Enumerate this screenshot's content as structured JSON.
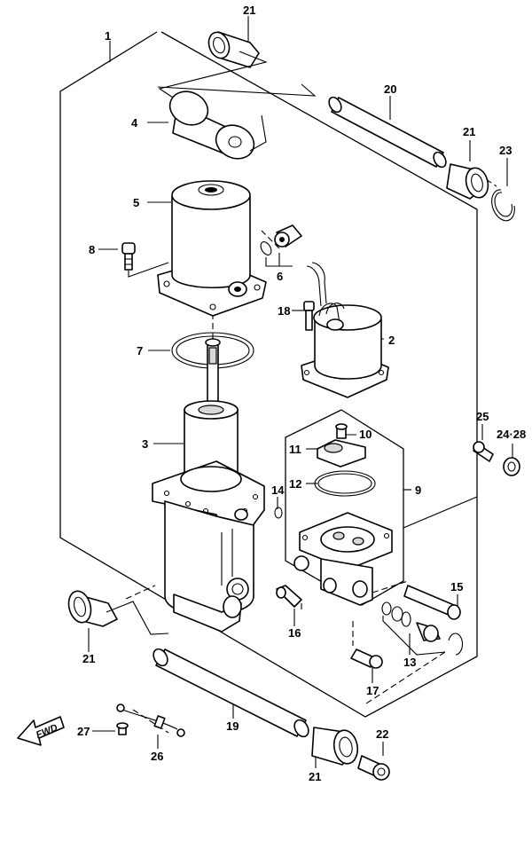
{
  "diagram": {
    "fwd_label": "FWD",
    "callouts": [
      {
        "id": "c1",
        "text": "1"
      },
      {
        "id": "c2",
        "text": "2"
      },
      {
        "id": "c3",
        "text": "3"
      },
      {
        "id": "c4",
        "text": "4"
      },
      {
        "id": "c5",
        "text": "5"
      },
      {
        "id": "c6",
        "text": "6"
      },
      {
        "id": "c7",
        "text": "7"
      },
      {
        "id": "c8",
        "text": "8"
      },
      {
        "id": "c9",
        "text": "9"
      },
      {
        "id": "c10",
        "text": "10"
      },
      {
        "id": "c11",
        "text": "11"
      },
      {
        "id": "c12",
        "text": "12"
      },
      {
        "id": "c13",
        "text": "13"
      },
      {
        "id": "c14",
        "text": "14"
      },
      {
        "id": "c15",
        "text": "15"
      },
      {
        "id": "c16",
        "text": "16"
      },
      {
        "id": "c17",
        "text": "17"
      },
      {
        "id": "c18",
        "text": "18"
      },
      {
        "id": "c19",
        "text": "19"
      },
      {
        "id": "c20",
        "text": "20"
      },
      {
        "id": "c21a",
        "text": "21"
      },
      {
        "id": "c21b",
        "text": "21"
      },
      {
        "id": "c21c",
        "text": "21"
      },
      {
        "id": "c21d",
        "text": "21"
      },
      {
        "id": "c22",
        "text": "22"
      },
      {
        "id": "c23",
        "text": "23"
      },
      {
        "id": "c24",
        "text": "24·28"
      },
      {
        "id": "c25",
        "text": "25"
      },
      {
        "id": "c26",
        "text": "26"
      },
      {
        "id": "c27",
        "text": "27"
      }
    ]
  }
}
